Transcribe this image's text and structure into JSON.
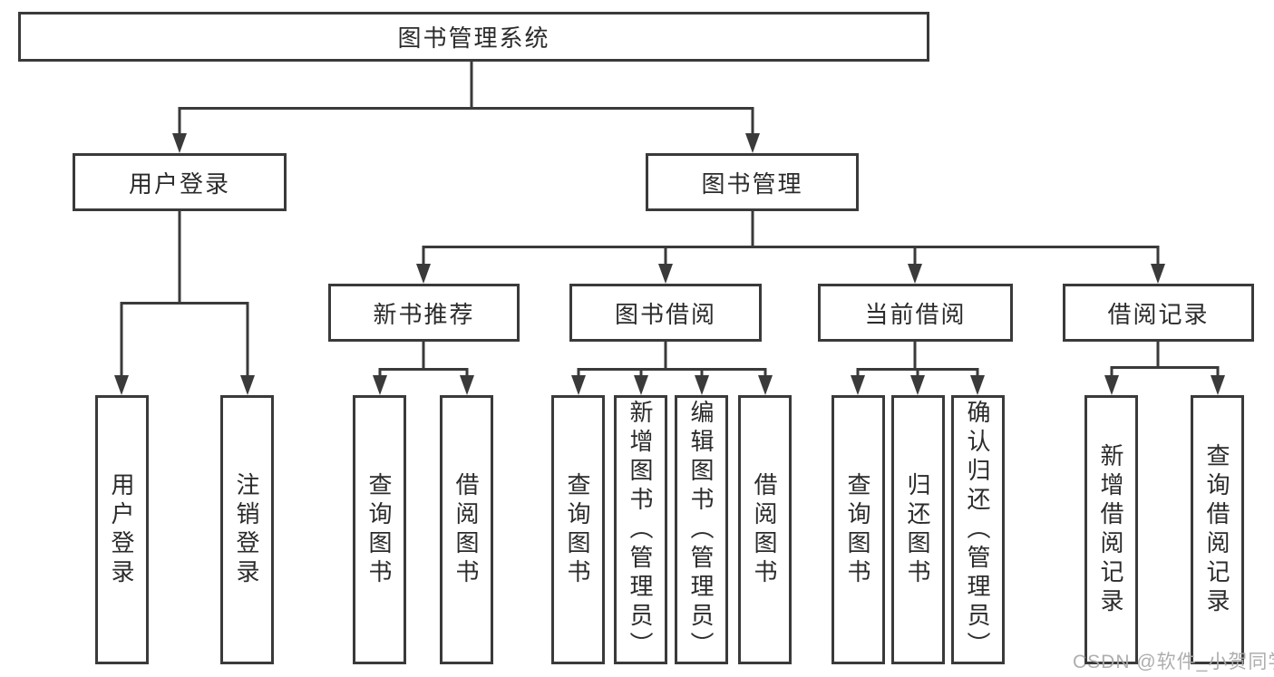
{
  "tree": {
    "root": {
      "label": "图书管理系统"
    },
    "children": [
      {
        "label": "用户登录",
        "children": [
          {
            "label": "用户登录"
          },
          {
            "label": "注销登录"
          }
        ]
      },
      {
        "label": "图书管理",
        "children": [
          {
            "label": "新书推荐",
            "children": [
              {
                "label": "查询图书"
              },
              {
                "label": "借阅图书"
              }
            ]
          },
          {
            "label": "图书借阅",
            "children": [
              {
                "label": "查询图书"
              },
              {
                "label": "新增图书（管理员）"
              },
              {
                "label": "编辑图书（管理员）"
              },
              {
                "label": "借阅图书"
              }
            ]
          },
          {
            "label": "当前借阅",
            "children": [
              {
                "label": "查询图书"
              },
              {
                "label": "归还图书"
              },
              {
                "label": "确认归还（管理员）"
              }
            ]
          },
          {
            "label": "借阅记录",
            "children": [
              {
                "label": "新增借阅记录"
              },
              {
                "label": "查询借阅记录"
              }
            ]
          }
        ]
      }
    ]
  },
  "watermark": {
    "text": "CSDN @软件_小贺同学"
  },
  "colors": {
    "line": "#3a3a3a",
    "text": "#2b2b2b",
    "background": "#ffffff",
    "watermark": "#aaaaaa"
  }
}
